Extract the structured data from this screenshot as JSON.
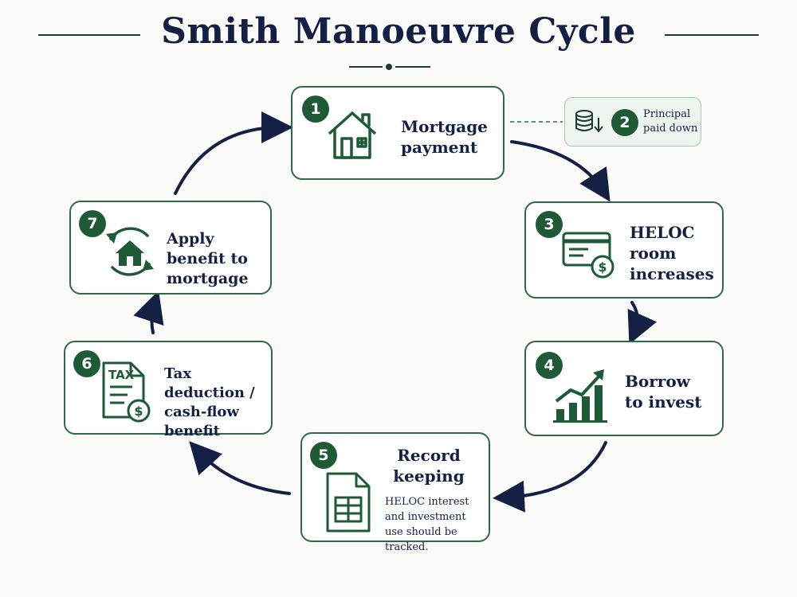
{
  "title": "Smith Manoeuvre Cycle",
  "steps": [
    {
      "number": "1",
      "label": "Mortgage payment",
      "icon": "house-icon"
    },
    {
      "number": "2",
      "label": "Principal paid down",
      "icon": "coins-down-icon"
    },
    {
      "number": "3",
      "label": "HELOC room increases",
      "icon": "credit-card-dollar-icon"
    },
    {
      "number": "4",
      "label": "Borrow to invest",
      "icon": "growth-chart-icon"
    },
    {
      "number": "5",
      "label": "Record keeping",
      "icon": "spreadsheet-icon",
      "note": "HELOC interest and investment use should be tracked."
    },
    {
      "number": "6",
      "label": "Tax deduction / cash-flow benefit",
      "icon": "tax-document-icon",
      "icon_text": "TAX"
    },
    {
      "number": "7",
      "label": "Apply benefit to mortgage",
      "icon": "house-cycle-icon"
    }
  ],
  "colors": {
    "navy": "#132044",
    "green": "#1e5a36",
    "border": "#2d6a45"
  }
}
